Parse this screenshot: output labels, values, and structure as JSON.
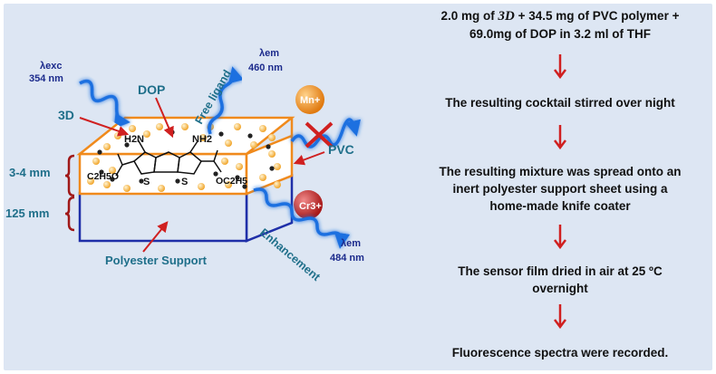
{
  "diagram": {
    "labels": {
      "lambda_exc": "λexc",
      "lambda_exc_value": "354 nm",
      "lambda_em_top": "λem",
      "lambda_em_top_value": "460 nm",
      "free_ligand": "Free ligand",
      "dop": "DOP",
      "three_d": "3D",
      "metal_ion": "Mn+",
      "pvc": "PVC",
      "thickness_film": "3-4 mm",
      "thickness_support": "125 mm",
      "polyester_support": "Polyester Support",
      "chromium_ion": "Cr3+",
      "enhancement": "Enhancement",
      "lambda_em_bottom": "λem",
      "lambda_em_bottom_value": "484 nm",
      "molecule_nh2_left": "H2N",
      "molecule_nh2_right": "NH2",
      "molecule_ester_left": "C2H5O",
      "molecule_ester_right": "OC2H5",
      "molecule_s": "S"
    },
    "colors": {
      "background": "#dde6f3",
      "film_border": "#f08a1c",
      "support_border": "#1f2fa8",
      "label_blue": "#1b2a8c",
      "label_teal": "#1f6f8a",
      "arrow_red": "#d02020",
      "wave_blue": "#1e6fe0",
      "bracket": "#a01818"
    }
  },
  "procedure": {
    "step1_prefix": "2.0 mg of ",
    "step1_compound": "3D",
    "step1_suffix": " + 34.5 mg of PVC polymer +",
    "step1_line2": "69.0mg of DOP in 3.2 ml of THF",
    "step2": "The resulting cocktail stirred over night",
    "step3_line1": "The resulting mixture was spread onto an",
    "step3_line2": "inert polyester support sheet using a",
    "step3_line3": "home-made knife coater",
    "step4_line1": "The sensor film dried in air at 25 ºC",
    "step4_line2": "overnight",
    "step5": "Fluorescence spectra were recorded."
  }
}
